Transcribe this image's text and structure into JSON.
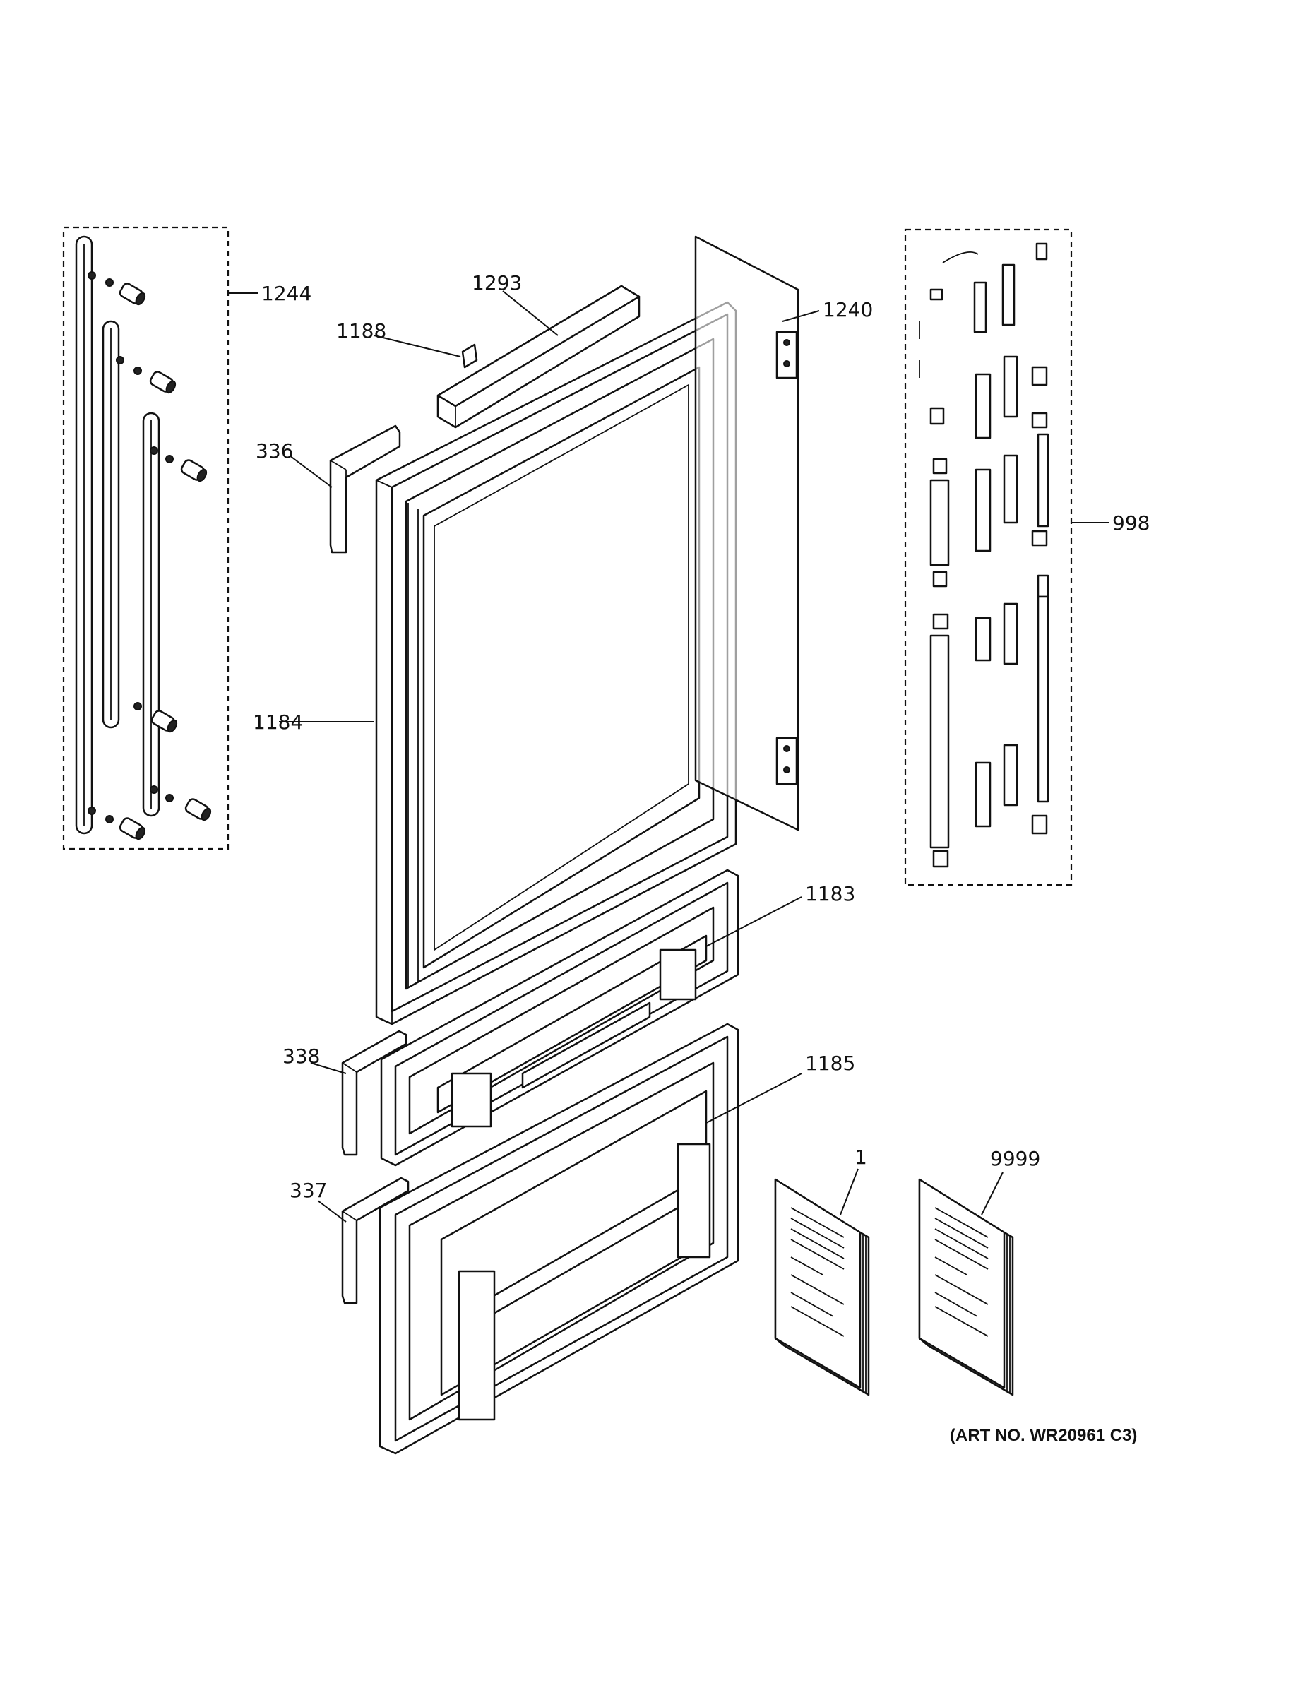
{
  "callouts": {
    "c1244": "1244",
    "c1293": "1293",
    "c1188": "1188",
    "c1240": "1240",
    "c336": "336",
    "c998": "998",
    "c1184": "1184",
    "c1183": "1183",
    "c338": "338",
    "c1185": "1185",
    "c337": "337",
    "c1": "1",
    "c9999": "9999"
  },
  "art_number": "(ART NO. WR20961 C3)"
}
